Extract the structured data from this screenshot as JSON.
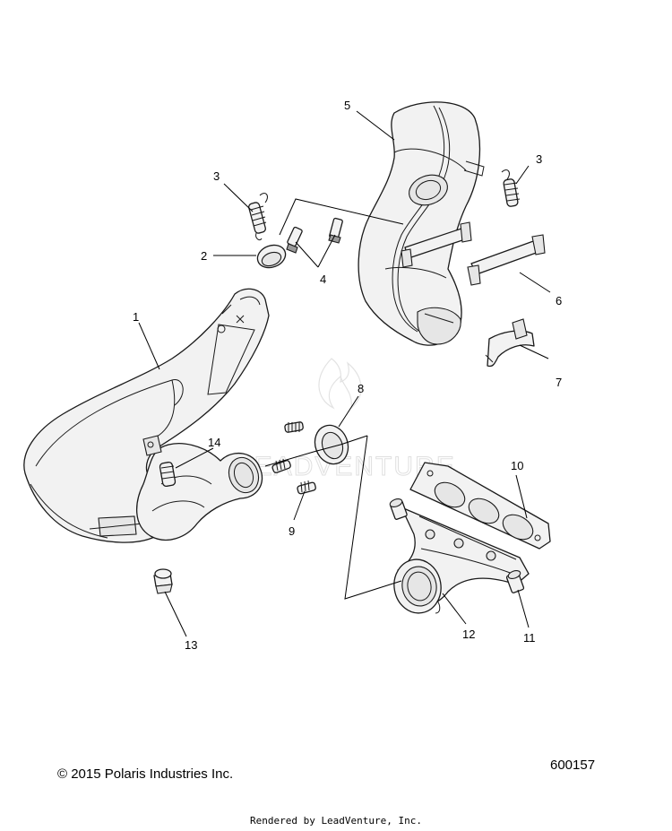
{
  "diagram": {
    "callouts": [
      "1",
      "2",
      "3",
      "3",
      "4",
      "5",
      "6",
      "7",
      "8",
      "9",
      "10",
      "11",
      "12",
      "13",
      "14"
    ],
    "watermark": "LEADVENTURE"
  },
  "footer": {
    "copyright": "© 2015 Polaris Industries Inc.",
    "figure_number": "600157",
    "rendered_by": "Rendered by LeadVenture, Inc."
  }
}
